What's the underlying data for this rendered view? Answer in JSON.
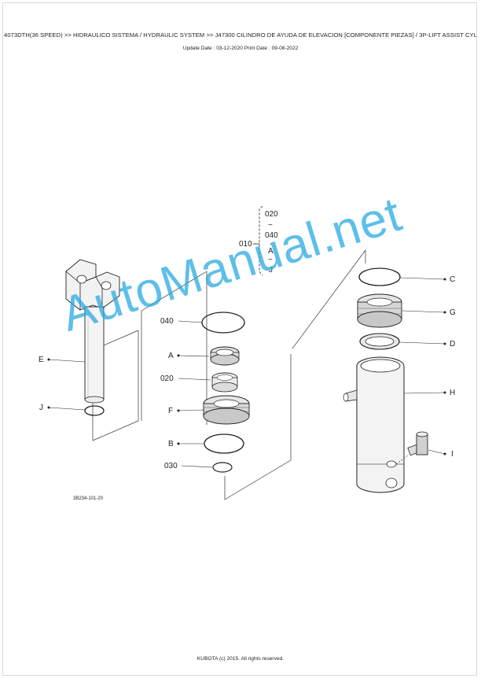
{
  "header": {
    "title": "4073DTH(36 SPEED) >> HIDRAULICO SISTEMA / HYDRAULIC SYSTEM >> J47300   CILINDRO DE AYUDA DE ELEVACION [COMPONENTE PIEZAS] / 3P-LIFT ASSIST CYL",
    "dates": "Update Date : 03-12-2020   Print Date : 09-08-2022"
  },
  "diagram": {
    "group_label": "010",
    "group_items": [
      "020",
      "~",
      "040",
      "·",
      "A",
      "~",
      "J"
    ],
    "part_labels": {
      "A": "A",
      "B": "B",
      "C": "C",
      "D": "D",
      "E": "E",
      "F": "F",
      "G": "G",
      "H": "H",
      "I": "I",
      "J": "J",
      "p020": "020",
      "p030": "030",
      "p040": "040"
    },
    "figure_code": "3B234-101-20"
  },
  "watermark": "AutoManual.net",
  "footer": "KUBOTA (c) 2015. All rights reserved."
}
